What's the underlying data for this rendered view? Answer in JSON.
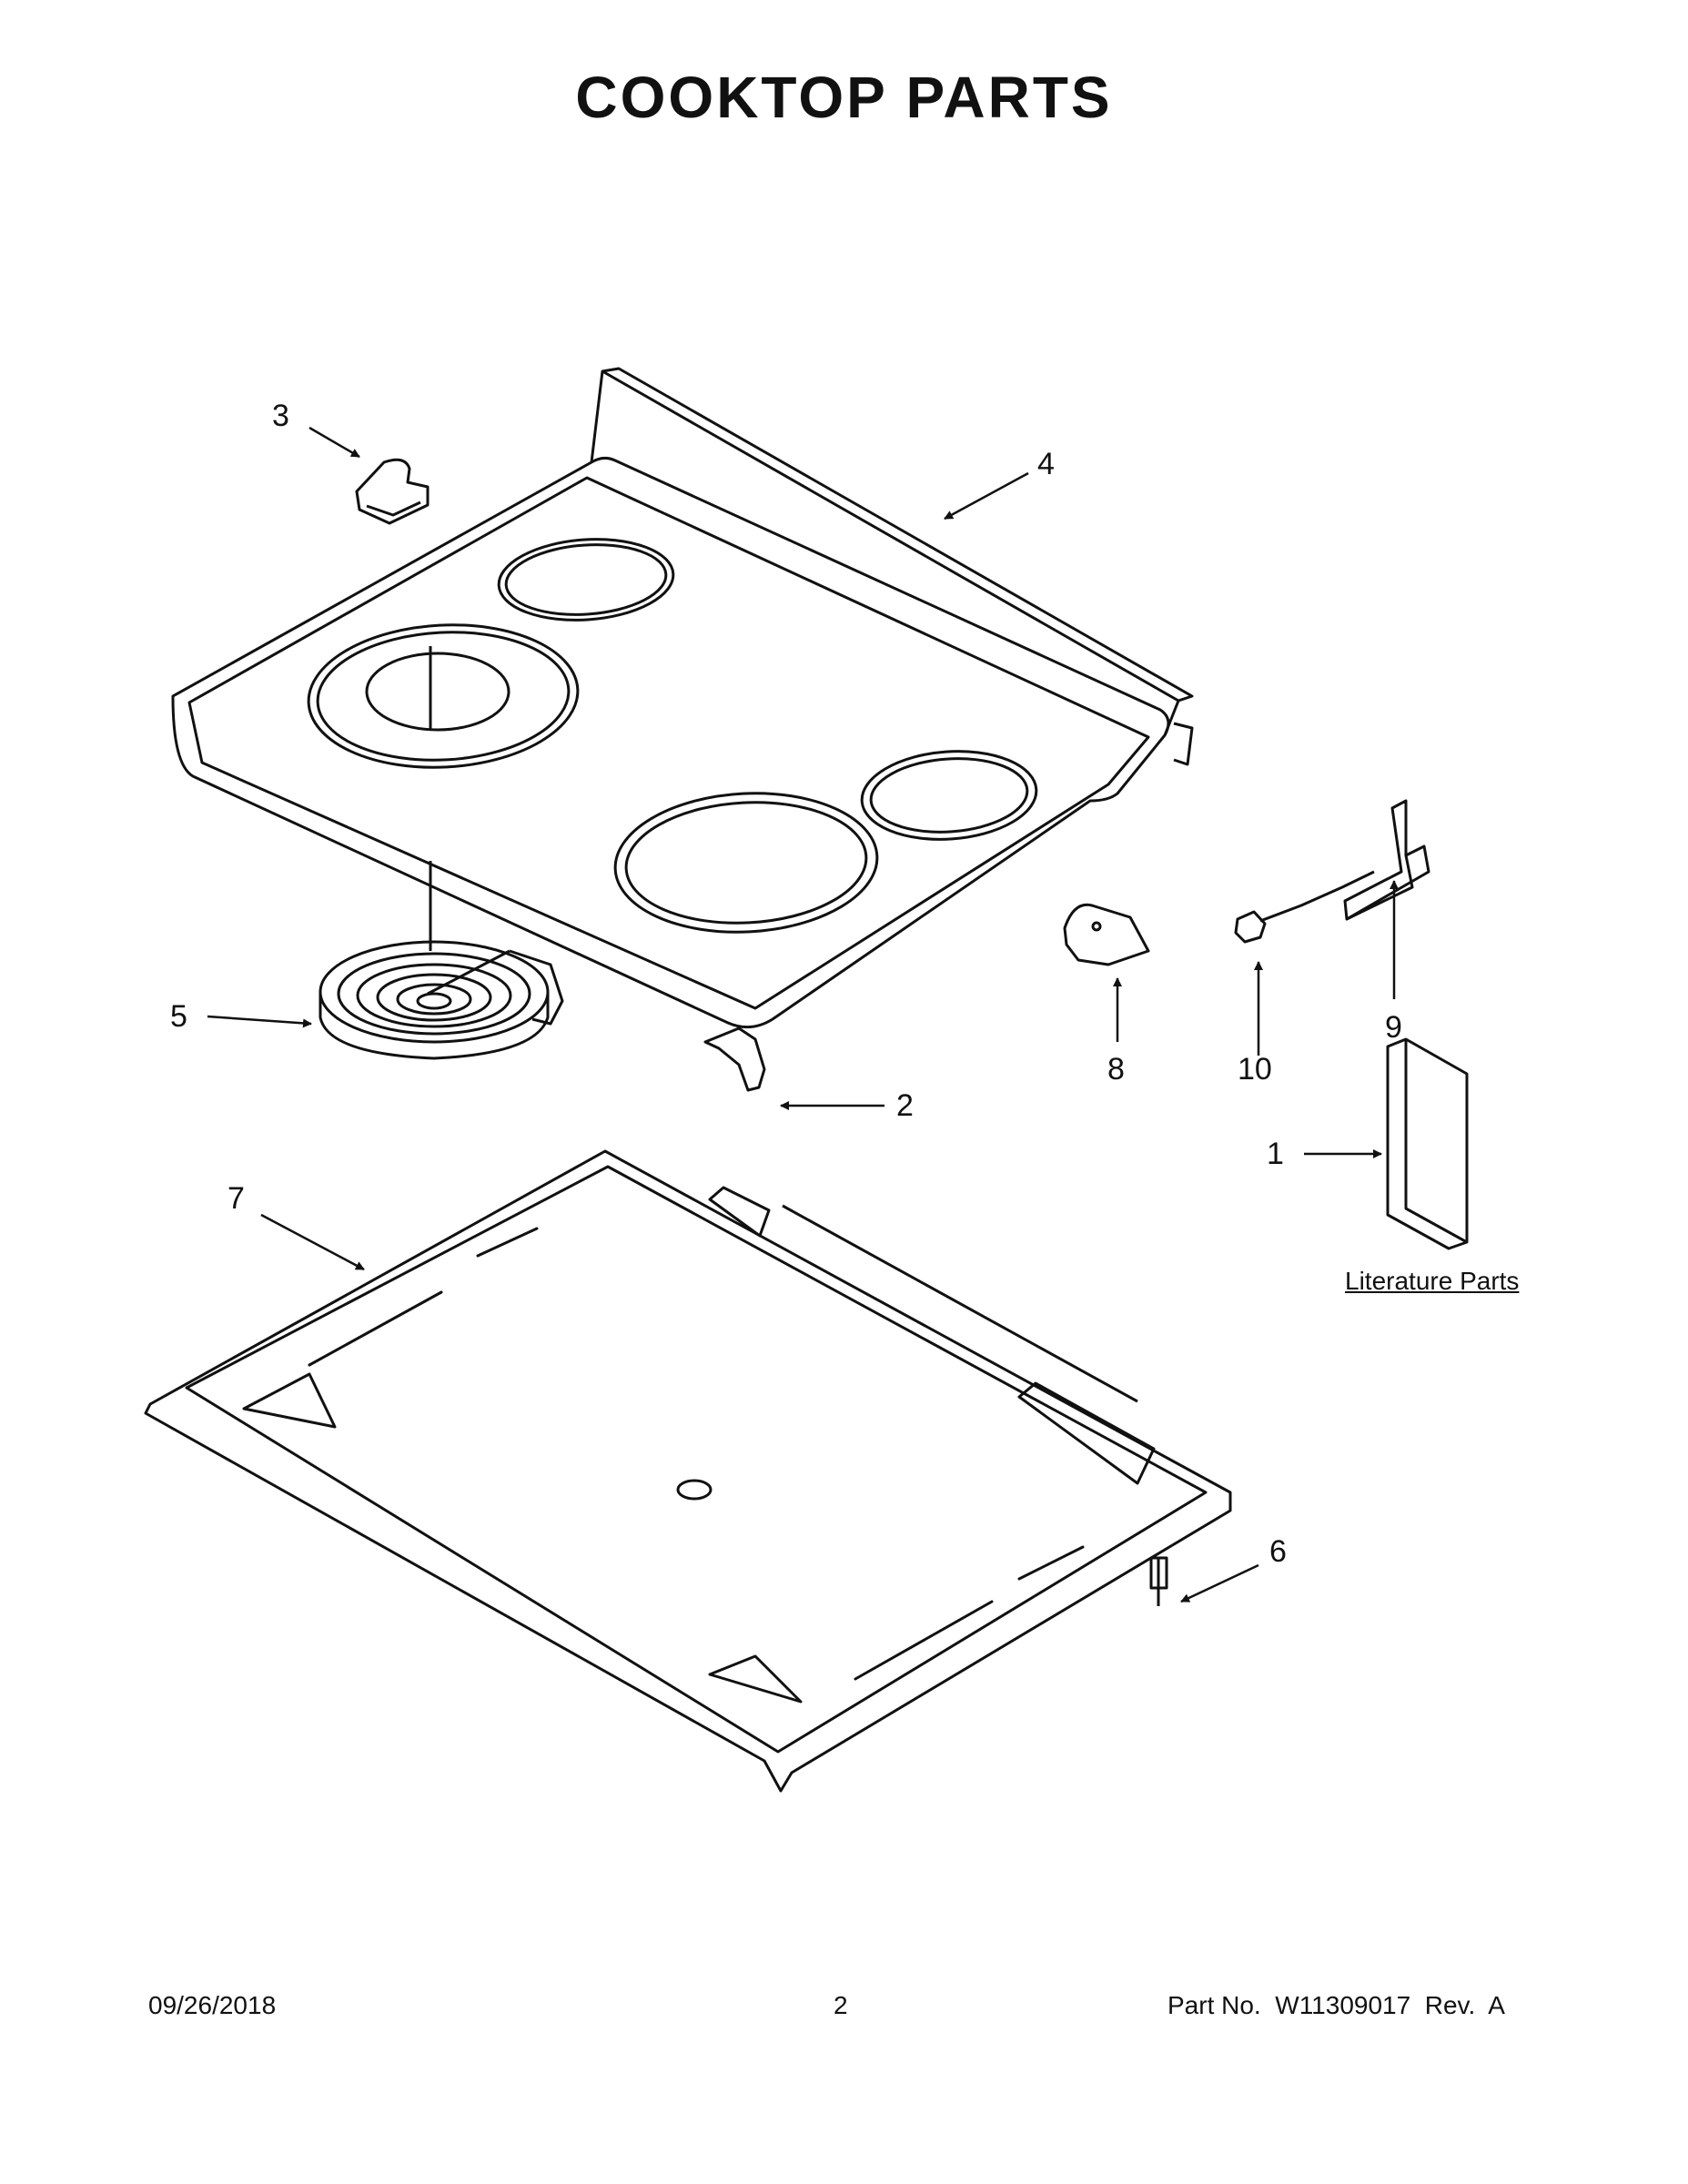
{
  "title": "COOKTOP PARTS",
  "callouts": [
    "1",
    "2",
    "3",
    "4",
    "5",
    "6",
    "7",
    "8",
    "9",
    "10"
  ],
  "literature_label": "Literature Parts",
  "footer": {
    "date": "09/26/2018",
    "page": "2",
    "part_number": "Part No.  W11309017  Rev.  A"
  }
}
